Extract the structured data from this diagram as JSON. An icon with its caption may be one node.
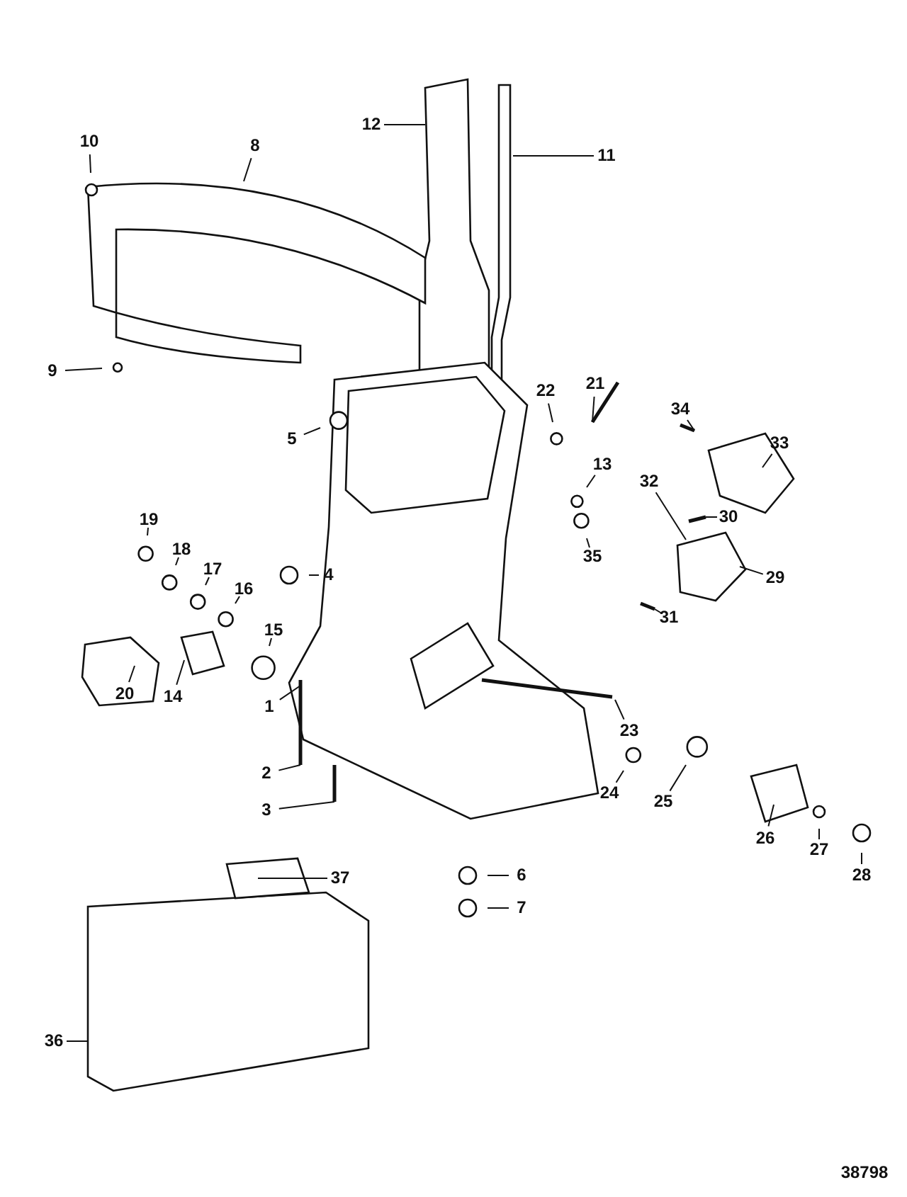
{
  "diagram": {
    "nodes": [
      {
        "text": [
          "1"
        ]
      },
      {
        "text": [
          "2"
        ]
      },
      {
        "text": [
          "3"
        ]
      },
      {
        "text": [
          "4"
        ]
      },
      {
        "text": [
          "5"
        ]
      },
      {
        "text": [
          "6"
        ]
      },
      {
        "text": [
          "7"
        ]
      },
      {
        "text": [
          "8"
        ]
      },
      {
        "text": [
          "9"
        ]
      },
      {
        "text": [
          "10"
        ]
      },
      {
        "text": [
          "11"
        ]
      },
      {
        "text": [
          "12"
        ]
      },
      {
        "text": [
          "13"
        ]
      },
      {
        "text": [
          "14"
        ]
      },
      {
        "text": [
          "15"
        ]
      },
      {
        "text": [
          "16"
        ]
      },
      {
        "text": [
          "17"
        ]
      },
      {
        "text": [
          "18"
        ]
      },
      {
        "text": [
          "19"
        ]
      },
      {
        "text": [
          "20"
        ]
      },
      {
        "text": [
          "21"
        ]
      },
      {
        "text": [
          "22"
        ]
      },
      {
        "text": [
          "23"
        ]
      },
      {
        "text": [
          "24"
        ]
      },
      {
        "text": [
          "25"
        ]
      },
      {
        "text": [
          "26"
        ]
      },
      {
        "text": [
          "27"
        ]
      },
      {
        "text": [
          "28"
        ]
      },
      {
        "text": [
          "29"
        ]
      },
      {
        "text": [
          "30"
        ]
      },
      {
        "text": [
          "31"
        ]
      },
      {
        "text": [
          "32"
        ]
      },
      {
        "text": [
          "33"
        ]
      },
      {
        "text": [
          "34"
        ]
      },
      {
        "text": [
          "35"
        ]
      },
      {
        "text": [
          "36"
        ]
      },
      {
        "text": [
          "37"
        ]
      }
    ],
    "edges": [
      {
        "from": 0,
        "to": null,
        "arrow": "none"
      },
      {
        "from": 1,
        "to": null,
        "arrow": "none"
      },
      {
        "from": 2,
        "to": null,
        "arrow": "none"
      },
      {
        "from": 3,
        "to": null,
        "arrow": "none"
      },
      {
        "from": 4,
        "to": null,
        "arrow": "none"
      },
      {
        "from": 5,
        "to": null,
        "arrow": "none"
      },
      {
        "from": 6,
        "to": null,
        "arrow": "none"
      },
      {
        "from": 7,
        "to": null,
        "arrow": "none"
      },
      {
        "from": 8,
        "to": null,
        "arrow": "none"
      },
      {
        "from": 9,
        "to": null,
        "arrow": "none"
      },
      {
        "from": 10,
        "to": null,
        "arrow": "none"
      },
      {
        "from": 11,
        "to": null,
        "arrow": "none"
      },
      {
        "from": 12,
        "to": null,
        "arrow": "none"
      },
      {
        "from": 13,
        "to": null,
        "arrow": "none"
      },
      {
        "from": 14,
        "to": null,
        "arrow": "none"
      },
      {
        "from": 15,
        "to": null,
        "arrow": "none"
      },
      {
        "from": 16,
        "to": null,
        "arrow": "none"
      },
      {
        "from": 17,
        "to": null,
        "arrow": "none"
      },
      {
        "from": 18,
        "to": null,
        "arrow": "none"
      },
      {
        "from": 19,
        "to": null,
        "arrow": "none"
      },
      {
        "from": 20,
        "to": null,
        "arrow": "none"
      },
      {
        "from": 21,
        "to": null,
        "arrow": "none"
      },
      {
        "from": 22,
        "to": null,
        "arrow": "none"
      },
      {
        "from": 23,
        "to": null,
        "arrow": "none"
      },
      {
        "from": 24,
        "to": null,
        "arrow": "none"
      },
      {
        "from": 25,
        "to": null,
        "arrow": "none"
      },
      {
        "from": 26,
        "to": null,
        "arrow": "none"
      },
      {
        "from": 27,
        "to": null,
        "arrow": "none"
      },
      {
        "from": 28,
        "to": null,
        "arrow": "none"
      },
      {
        "from": 29,
        "to": null,
        "arrow": "none"
      },
      {
        "from": 30,
        "to": null,
        "arrow": "none"
      },
      {
        "from": 31,
        "to": null,
        "arrow": "none"
      },
      {
        "from": 32,
        "to": null,
        "arrow": "none"
      },
      {
        "from": 33,
        "to": null,
        "arrow": "none"
      },
      {
        "from": 34,
        "to": null,
        "arrow": "none"
      },
      {
        "from": 35,
        "to": null,
        "arrow": "none"
      },
      {
        "from": 36,
        "to": null,
        "arrow": "none"
      }
    ],
    "labels": [
      "38798"
    ]
  }
}
